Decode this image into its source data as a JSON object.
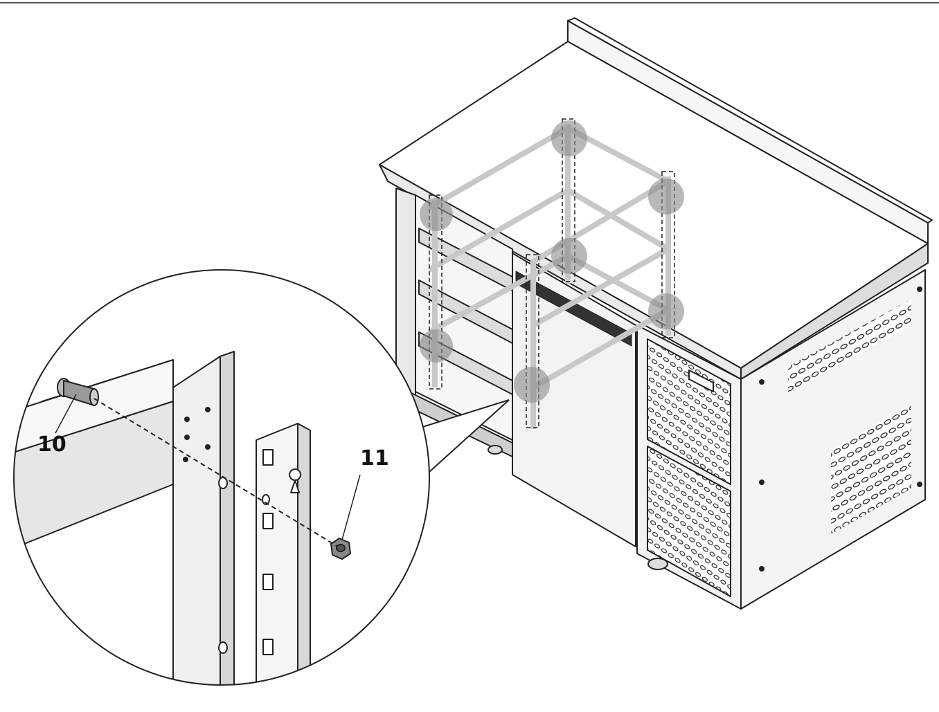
{
  "callouts": [
    {
      "id": "10",
      "label": "10",
      "part": "bolt"
    },
    {
      "id": "11",
      "label": "11",
      "part": "nut"
    }
  ],
  "colors": {
    "line": "#222222",
    "panel_fill": "#f1f1f1",
    "panel_shade": "#d9d9d9",
    "marker": "#8a8a8a",
    "frame_ghost": "#c8c8c8"
  }
}
